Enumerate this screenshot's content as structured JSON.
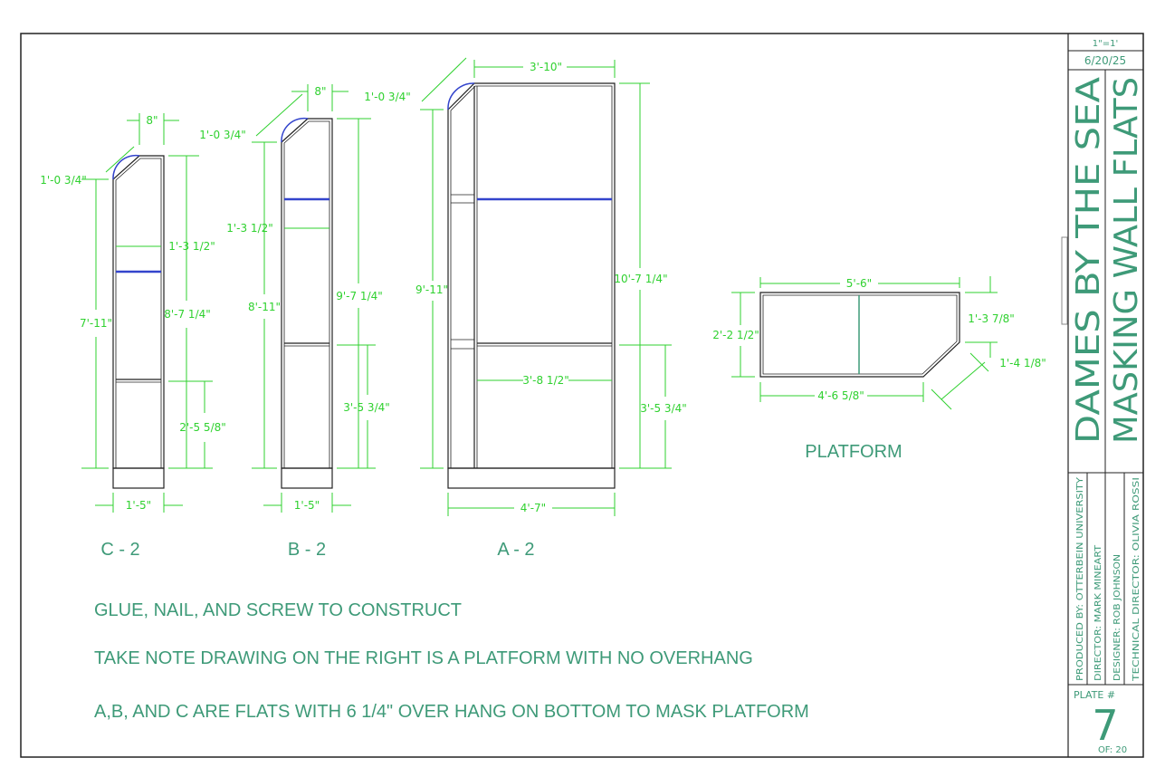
{
  "title_block": {
    "scale": "1\"=1'",
    "date": "6/20/25",
    "show_title": "DAMES BY THE SEA",
    "drawing_title": "MASKING WALL FLATS",
    "produced_by": "PRODUCED BY: OTTERBEIN UNIVERSITY",
    "director": "DIRECTOR: MARK MINEART",
    "designer": "DESIGNER: ROB JOHNSON",
    "technical_director": "TECHNICAL DIRECTOR: OLIVIA ROSSI",
    "plate_label": "PLATE #",
    "plate_number": "7",
    "plate_of": "OF: 20"
  },
  "flats": {
    "c2": {
      "label": "C - 2",
      "dim_top": "8\"",
      "dim_chamfer": "1'-0 3/4\"",
      "dim_height": "7'-11\"",
      "dim_mid_width": "1'-3 1/2\"",
      "dim_right_height": "8'-7 1/4\"",
      "dim_lower": "2'-5 5/8\"",
      "dim_base": "1'-5\""
    },
    "b2": {
      "label": "B - 2",
      "dim_top": "8\"",
      "dim_chamfer": "1'-0 3/4\"",
      "dim_mid_width": "1'-3 1/2\"",
      "dim_height": "8'-11\"",
      "dim_right_height": "9'-7 1/4\"",
      "dim_lower": "3'-5 3/4\"",
      "dim_base": "1'-5\""
    },
    "a2": {
      "label": "A - 2",
      "dim_top": "3'-10\"",
      "dim_chamfer": "1'-0 3/4\"",
      "dim_height": "9'-11\"",
      "dim_right_height": "10'-7 1/4\"",
      "dim_mid_width": "3'-8 1/2\"",
      "dim_lower": "3'-5 3/4\"",
      "dim_base": "4'-7\""
    }
  },
  "platform": {
    "label": "PLATFORM",
    "dim_top": "5'-6\"",
    "dim_left": "2'-2 1/2\"",
    "dim_right": "1'-3 7/8\"",
    "dim_angle": "1'-4 1/8\"",
    "dim_bottom": "4'-6 5/8\""
  },
  "notes": [
    "GLUE, NAIL, AND SCREW TO CONSTRUCT",
    "TAKE NOTE DRAWING ON THE RIGHT IS A PLATFORM WITH NO OVERHANG",
    "A,B, AND C ARE FLATS WITH 6 1/4\" OVER HANG ON BOTTOM TO MASK PLATFORM"
  ],
  "colors": {
    "outline": "#222222",
    "dimension": "#2fd12f",
    "text": "#3e9a78",
    "toggle_rail": "#3344cc"
  }
}
